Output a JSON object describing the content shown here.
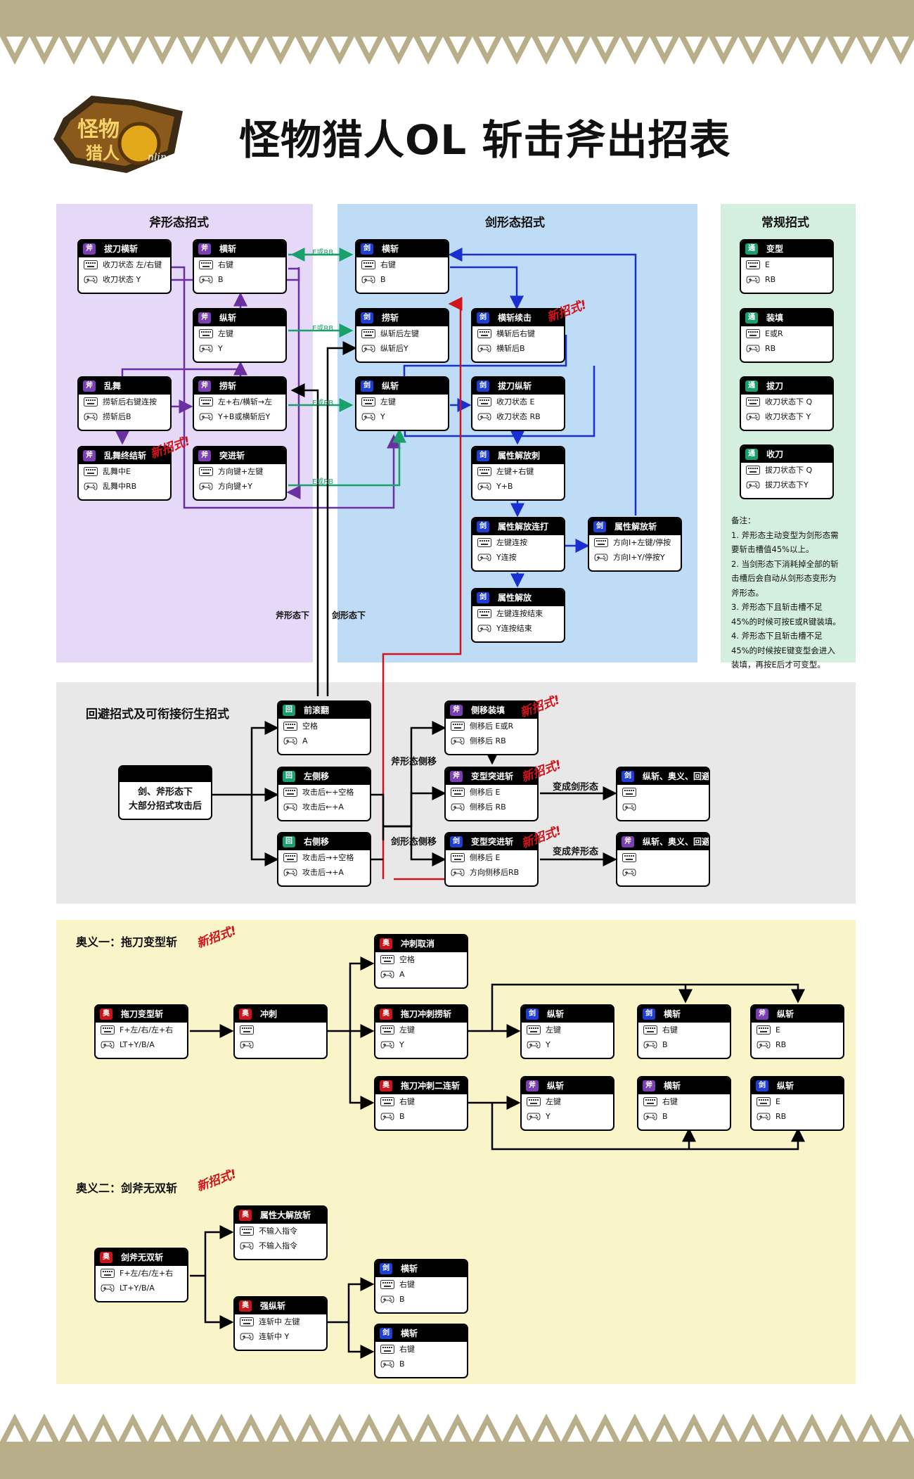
{
  "title": "怪物猎人OL 斩击斧出招表",
  "logo_text": "怪物猎人Online",
  "colors": {
    "axe": "#7b3fb4",
    "sword": "#1f3fd0",
    "common": "#1a9e6e",
    "ougi": "#c8151b",
    "new": "#d0141b"
  },
  "regions": {
    "axe": "斧形态招式",
    "sword": "剑形态招式",
    "common": "常规招式",
    "dodge": "回避招式及可衔接衍生招式"
  },
  "tags": {
    "axe": "斧",
    "sword": "剑",
    "common": "通",
    "dodge": "回",
    "ougi": "奥"
  },
  "new_label": "新招式!",
  "axe_cards": [
    {
      "title": "拔刀横斩",
      "kb": "收刀状态 左/右键",
      "pad": "收刀状态 Y"
    },
    {
      "title": "横斩",
      "kb": "右键",
      "pad": "B"
    },
    {
      "title": "纵斩",
      "kb": "左键",
      "pad": "Y"
    },
    {
      "title": "乱舞",
      "kb": "捞斩后右键连按",
      "pad": "捞斩后B"
    },
    {
      "title": "捞斩",
      "kb": "左+右/横斩→左",
      "pad": "Y+B或横斩后Y"
    },
    {
      "title": "乱舞终结斩",
      "kb": "乱舞中E",
      "pad": "乱舞中RB"
    },
    {
      "title": "突进斩",
      "kb": "方向键+左键",
      "pad": "方向键+Y"
    }
  ],
  "sword_cards": [
    {
      "title": "横斩",
      "kb": "右键",
      "pad": "B"
    },
    {
      "title": "捞斩",
      "kb": "纵斩后左键",
      "pad": "纵斩后Y"
    },
    {
      "title": "横斩续击",
      "kb": "横斩后右键",
      "pad": "横斩后B"
    },
    {
      "title": "纵斩",
      "kb": "左键",
      "pad": "Y"
    },
    {
      "title": "拔刀纵斩",
      "kb": "收刀状态 E",
      "pad": "收刀状态 RB"
    },
    {
      "title": "属性解放刺",
      "kb": "左键+右键",
      "pad": "Y+B"
    },
    {
      "title": "属性解放连打",
      "kb": "左键连按",
      "pad": "Y连按"
    },
    {
      "title": "属性解放斩",
      "kb": "方向I+左键/停按",
      "pad": "方向I+Y/停按Y"
    },
    {
      "title": "属性解放",
      "kb": "左键连按结束",
      "pad": "Y连按结束"
    }
  ],
  "common_cards": [
    {
      "title": "变型",
      "kb": "E",
      "pad": "RB"
    },
    {
      "title": "装填",
      "kb": "E或R",
      "pad": "RB"
    },
    {
      "title": "拔刀",
      "kb": "收刀状态下 Q",
      "pad": "收刀状态下 Y"
    },
    {
      "title": "收刀",
      "kb": "拔刀状态下 Q",
      "pad": "拔刀状态下Y"
    }
  ],
  "edge_labels": {
    "e_rb": "E或RB"
  },
  "notes": {
    "head": "备注：",
    "lines": [
      "1. 斧形态主动变型为剑形态需",
      "要斩击槽值45%以上。",
      "2. 当剑形态下消耗掉全部的斩",
      "击槽后会自动从剑形态变形为",
      "斧形态。",
      "3. 斧形态下且斩击槽不足",
      "45%的时候可按E或R键装填。",
      "4. 斧形态下且斩击槽不足",
      "45%的时候按E键变型会进入",
      "装填，再按E后才可变型。"
    ]
  },
  "state_labels": {
    "axe_state": "斧形态下",
    "sword_state": "剑形态下"
  },
  "dodge": {
    "start_line1": "剑、斧形态下",
    "start_line2": "大部分招式攻击后",
    "cards": [
      {
        "title": "前滚翻",
        "kb": "空格",
        "pad": "A"
      },
      {
        "title": "左侧移",
        "kb": "攻击后←+空格",
        "pad": "攻击后←+A"
      },
      {
        "title": "右侧移",
        "kb": "攻击后→+空格",
        "pad": "攻击后→+A"
      }
    ],
    "axe_side": "斧形态侧移",
    "sword_side": "剑形态侧移",
    "follow_cards": [
      {
        "title": "侧移装填",
        "kb": "侧移后 E或R",
        "pad": "侧移后 RB"
      },
      {
        "title": "变型突进斩",
        "kb": "侧移后 E",
        "pad": "侧移后 RB"
      },
      {
        "title": "变型突进斩",
        "kb": "侧移后 E",
        "pad": "方向侧移后RB"
      }
    ],
    "to_sword": "变成剑形态",
    "to_axe": "变成斧形态",
    "end_cards": [
      {
        "title": "纵斩、奥义、回避",
        "kb": "",
        "pad": ""
      },
      {
        "title": "纵斩、奥义、回避",
        "kb": "",
        "pad": ""
      }
    ]
  },
  "ougi1": {
    "title": "奥义一：拖刀变型斩",
    "cards": [
      {
        "title": "拖刀变型斩",
        "kb": "F+左/右/左+右",
        "pad": "LT+Y/B/A"
      },
      {
        "title": "冲刺",
        "kb": "",
        "pad": ""
      },
      {
        "title": "冲刺取消",
        "kb": "空格",
        "pad": "A"
      },
      {
        "title": "拖刀冲刺捞斩",
        "kb": "左键",
        "pad": "Y"
      },
      {
        "title": "拖刀冲刺二连斩",
        "kb": "右键",
        "pad": "B"
      },
      {
        "title": "纵斩",
        "kb": "左键",
        "pad": "Y"
      },
      {
        "title": "横斩",
        "kb": "右键",
        "pad": "B"
      },
      {
        "title": "纵斩",
        "kb": "E",
        "pad": "RB"
      },
      {
        "title": "纵斩",
        "kb": "左键",
        "pad": "Y"
      },
      {
        "title": "横斩",
        "kb": "右键",
        "pad": "B"
      },
      {
        "title": "纵斩",
        "kb": "E",
        "pad": "RB"
      }
    ]
  },
  "ougi2": {
    "title": "奥义二：剑斧无双斩",
    "cards": [
      {
        "title": "剑斧无双斩",
        "kb": "F+左/右/左+右",
        "pad": "LT+Y/B/A"
      },
      {
        "title": "属性大解放斩",
        "kb": "不输入指令",
        "pad": "不输入指令"
      },
      {
        "title": "强纵斩",
        "kb": "连斩中 左键",
        "pad": "连斩中 Y"
      },
      {
        "title": "横斩",
        "kb": "右键",
        "pad": "B"
      },
      {
        "title": "横斩",
        "kb": "右键",
        "pad": "B"
      }
    ]
  }
}
